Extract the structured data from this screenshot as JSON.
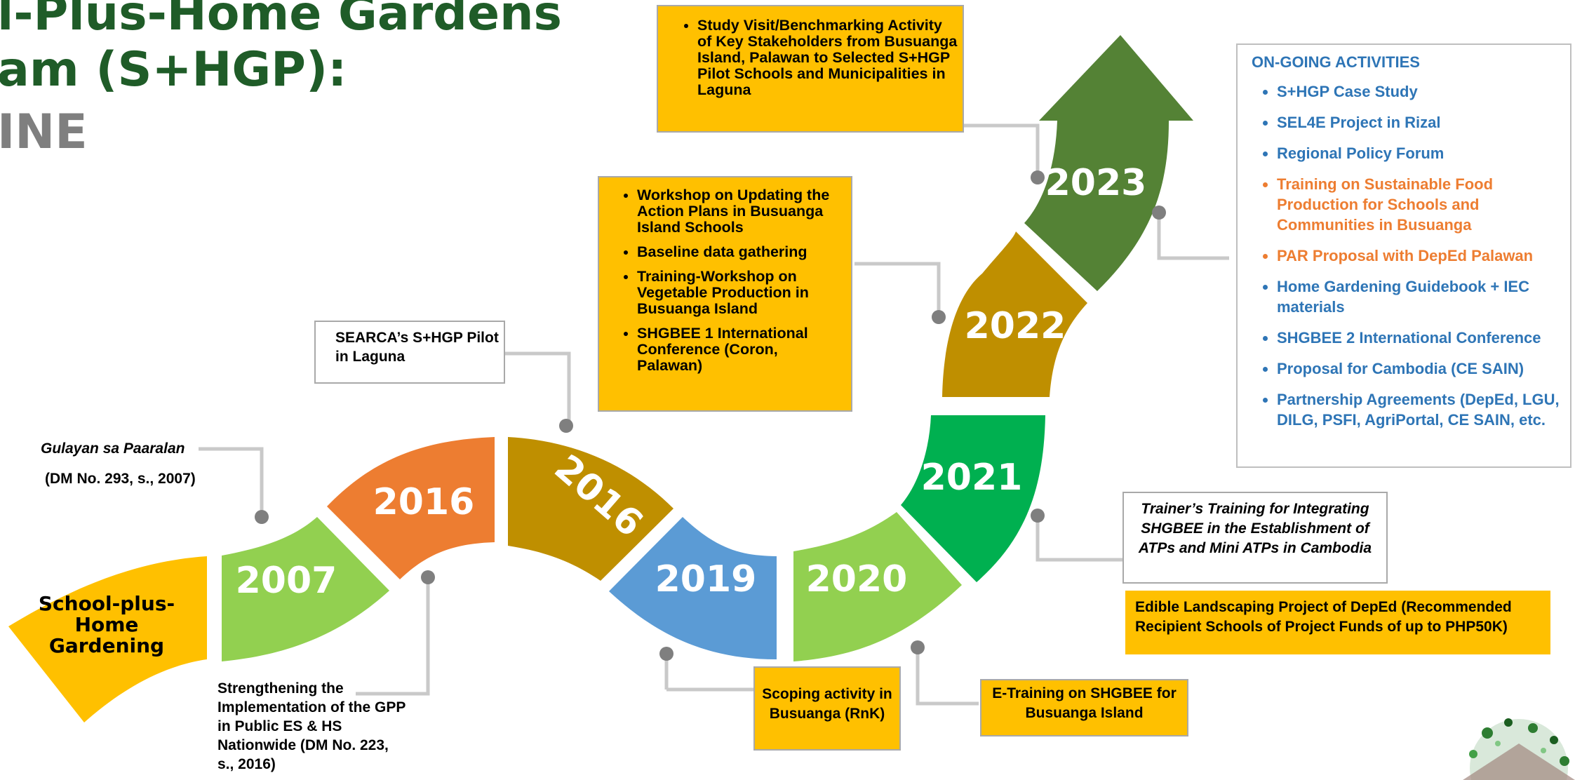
{
  "title": {
    "line1": "l-Plus-Home Gardens",
    "line2": "am (S+HGP):",
    "line3": "INE"
  },
  "milestones": {
    "start": [
      "School-plus-",
      "Home",
      "Gardening"
    ],
    "y2007": "2007",
    "y2016a": "2016",
    "y2016b": "2016",
    "y2019": "2019",
    "y2020": "2020",
    "y2021": "2021",
    "y2022": "2022",
    "y2023": "2023"
  },
  "callouts": {
    "gulayan_title": "Gulayan sa Paaralan",
    "gulayan_ref": "(DM No. 293, s., 2007)",
    "strengthening": "Strengthening the Implementation of the GPP in Public ES & HS Nationwide  (DM No. 223, s., 2016)",
    "searca": "SEARCA’s S+HGP Pilot in Laguna",
    "scoping": "Scoping activity in Busuanga (RnK)",
    "etraining": "E-Training on SHGBEE for Busuanga Island",
    "trainers": "Trainer’s Training for Integrating SHGBEE in the Establishment of ATPs and Mini ATPs in Cambodia",
    "edible": "Edible Landscaping Project of DepEd (Recommended Recipient Schools of Project Funds of up to PHP50K)",
    "study_visit": "Study Visit/Benchmarking Activity of Key Stakeholders from Busuanga Island, Palawan to Selected S+HGP Pilot Schools and Municipalities in Laguna",
    "box2022": [
      "Workshop on Updating the Action Plans in Busuanga Island Schools",
      "Baseline data gathering",
      "Training-Workshop on Vegetable Production in Busuanga Island",
      "SHGBEE 1 International Conference (Coron, Palawan)"
    ]
  },
  "ongoing": {
    "heading": "ON-GOING ACTIVITIES",
    "items": [
      "S+HGP Case Study",
      "SEL4E Project in Rizal",
      "Regional Policy Forum",
      "Training on Sustainable Food Production for Schools and Communities in Busuanga",
      "PAR Proposal with DepEd Palawan",
      "Home Gardening Guidebook + IEC materials",
      "SHGBEE 2 International Conference",
      "Proposal for Cambodia (CE SAIN)",
      "Partnership Agreements (DepEd, LGU, DILG, PSFI, AgriPortal, CE SAIN, etc."
    ]
  },
  "colors": {
    "start": "#ffc000",
    "y2007": "#92d050",
    "y2016a": "#ed7d31",
    "y2016b": "#bf8f00",
    "y2019": "#5b9bd5",
    "y2020": "#92d050",
    "y2021": "#00b050",
    "y2022": "#bf8f00",
    "y2023": "#548235",
    "title_green": "#1f5c28",
    "title_gray": "#7f7f7f",
    "callout_yellow": "#ffc000",
    "ongoing_blue": "#2e75b6",
    "ongoing_orange": "#ed7d31"
  }
}
